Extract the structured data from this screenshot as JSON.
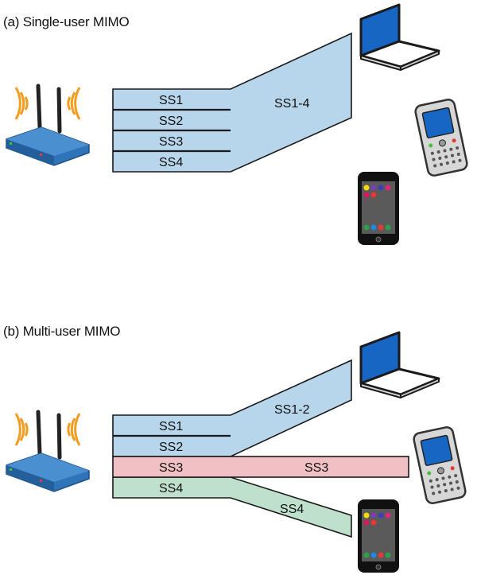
{
  "panel_a": {
    "title": "(a) Single-user MIMO",
    "streams": [
      "SS1",
      "SS2",
      "SS3",
      "SS4"
    ],
    "combined_label": "SS1-4"
  },
  "panel_b": {
    "title": "(b) Multi-user MIMO",
    "streams": [
      "SS1",
      "SS2",
      "SS3",
      "SS4"
    ],
    "combined_label": "SS1-2",
    "ss3_label": "SS3",
    "ss4_label": "SS4"
  },
  "colors": {
    "beam_blue": "#b7d5eb",
    "beam_red": "#f0c0c4",
    "beam_green": "#bfe0cc",
    "router_blue": "#2f74b8",
    "signal_orange": "#f39c1e",
    "laptop_screen": "#1766c4",
    "phone_body": "#d7d7d7"
  }
}
